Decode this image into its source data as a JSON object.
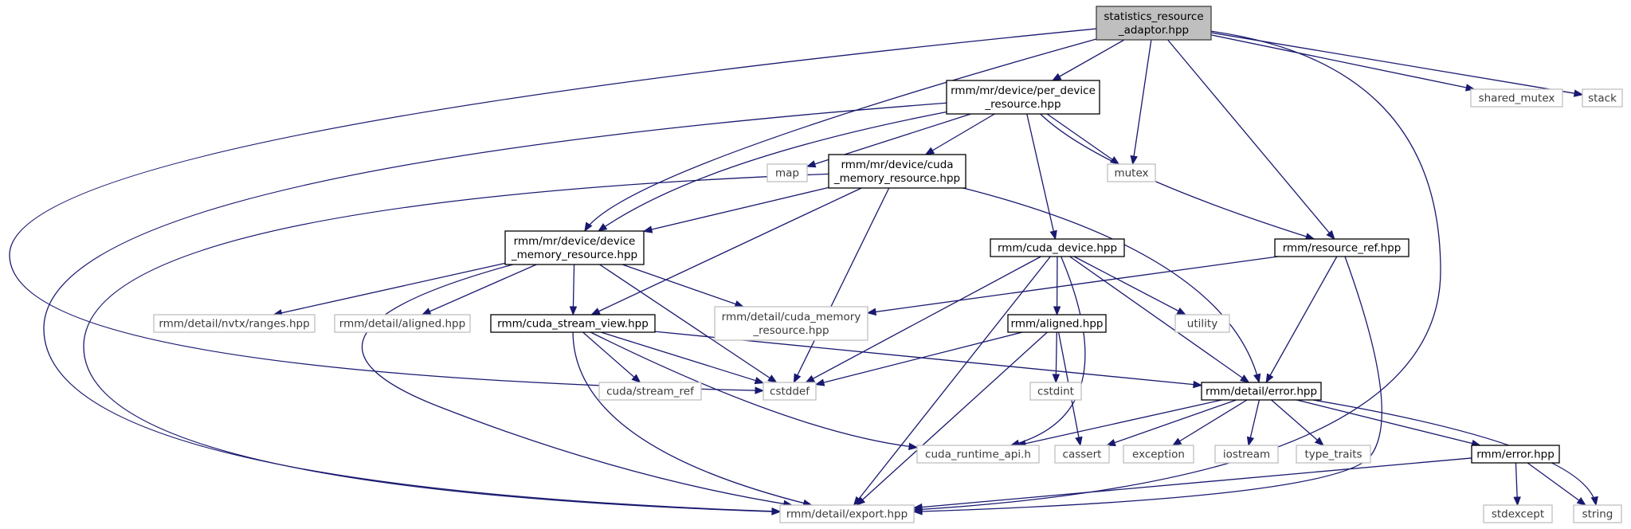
{
  "diagram": {
    "nodes": [
      {
        "id": "root",
        "kind": "root",
        "lines": [
          "statistics_resource",
          "_adaptor.hpp"
        ]
      },
      {
        "id": "per_device",
        "kind": "local",
        "lines": [
          "rmm/mr/device/per_device",
          "_resource.hpp"
        ]
      },
      {
        "id": "device_mr",
        "kind": "local",
        "lines": [
          "rmm/mr/device/device",
          "_memory_resource.hpp"
        ]
      },
      {
        "id": "cuda_mr",
        "kind": "local",
        "lines": [
          "rmm/mr/device/cuda",
          "_memory_resource.hpp"
        ]
      },
      {
        "id": "cuda_device",
        "kind": "local",
        "lines": [
          "rmm/cuda_device.hpp"
        ]
      },
      {
        "id": "resource_ref",
        "kind": "local",
        "lines": [
          "rmm/resource_ref.hpp"
        ]
      },
      {
        "id": "stream_view",
        "kind": "local",
        "lines": [
          "rmm/cuda_stream_view.hpp"
        ]
      },
      {
        "id": "aligned",
        "kind": "local",
        "lines": [
          "rmm/aligned.hpp"
        ]
      },
      {
        "id": "error_d",
        "kind": "local",
        "lines": [
          "rmm/detail/error.hpp"
        ]
      },
      {
        "id": "error",
        "kind": "local",
        "lines": [
          "rmm/error.hpp"
        ]
      },
      {
        "id": "shared_mutex",
        "kind": "ext",
        "lines": [
          "shared_mutex"
        ]
      },
      {
        "id": "stack",
        "kind": "ext",
        "lines": [
          "stack"
        ]
      },
      {
        "id": "map",
        "kind": "ext",
        "lines": [
          "map"
        ]
      },
      {
        "id": "mutex",
        "kind": "ext",
        "lines": [
          "mutex"
        ]
      },
      {
        "id": "nvtx",
        "kind": "ext",
        "lines": [
          "rmm/detail/nvtx/ranges.hpp"
        ]
      },
      {
        "id": "aligned_d",
        "kind": "ext",
        "lines": [
          "rmm/detail/aligned.hpp"
        ]
      },
      {
        "id": "cuda_memory",
        "kind": "ext",
        "lines": [
          "rmm/detail/cuda_memory",
          "_resource.hpp"
        ]
      },
      {
        "id": "utility",
        "kind": "ext",
        "lines": [
          "utility"
        ]
      },
      {
        "id": "stream_ref",
        "kind": "ext",
        "lines": [
          "cuda/stream_ref"
        ]
      },
      {
        "id": "cstddef",
        "kind": "ext",
        "lines": [
          "cstddef"
        ]
      },
      {
        "id": "cstdint",
        "kind": "ext",
        "lines": [
          "cstdint"
        ]
      },
      {
        "id": "cuda_runtime",
        "kind": "ext",
        "lines": [
          "cuda_runtime_api.h"
        ]
      },
      {
        "id": "cassert",
        "kind": "ext",
        "lines": [
          "cassert"
        ]
      },
      {
        "id": "exception",
        "kind": "ext",
        "lines": [
          "exception"
        ]
      },
      {
        "id": "iostream",
        "kind": "ext",
        "lines": [
          "iostream"
        ]
      },
      {
        "id": "type_traits",
        "kind": "ext",
        "lines": [
          "type_traits"
        ]
      },
      {
        "id": "stdexcept",
        "kind": "ext",
        "lines": [
          "stdexcept"
        ]
      },
      {
        "id": "string",
        "kind": "ext",
        "lines": [
          "string"
        ]
      },
      {
        "id": "export",
        "kind": "ext",
        "lines": [
          "rmm/detail/export.hpp"
        ]
      }
    ],
    "edges": [
      [
        "root",
        "per_device"
      ],
      [
        "root",
        "device_mr"
      ],
      [
        "root",
        "mutex"
      ],
      [
        "root",
        "resource_ref"
      ],
      [
        "root",
        "shared_mutex"
      ],
      [
        "root",
        "stack"
      ],
      [
        "root",
        "export"
      ],
      [
        "root",
        "cstddef"
      ],
      [
        "per_device",
        "map"
      ],
      [
        "per_device",
        "mutex"
      ],
      [
        "per_device",
        "cuda_mr"
      ],
      [
        "per_device",
        "device_mr"
      ],
      [
        "per_device",
        "cuda_device"
      ],
      [
        "per_device",
        "resource_ref"
      ],
      [
        "per_device",
        "export"
      ],
      [
        "cuda_mr",
        "device_mr"
      ],
      [
        "cuda_mr",
        "stream_view"
      ],
      [
        "cuda_mr",
        "cstddef"
      ],
      [
        "cuda_mr",
        "error_d"
      ],
      [
        "cuda_mr",
        "export"
      ],
      [
        "device_mr",
        "nvtx"
      ],
      [
        "device_mr",
        "aligned_d"
      ],
      [
        "device_mr",
        "stream_view"
      ],
      [
        "device_mr",
        "cuda_memory"
      ],
      [
        "device_mr",
        "cstddef"
      ],
      [
        "device_mr",
        "export"
      ],
      [
        "cuda_device",
        "utility"
      ],
      [
        "cuda_device",
        "aligned"
      ],
      [
        "cuda_device",
        "error_d"
      ],
      [
        "cuda_device",
        "cuda_runtime"
      ],
      [
        "cuda_device",
        "cstddef"
      ],
      [
        "cuda_device",
        "export"
      ],
      [
        "resource_ref",
        "cuda_memory"
      ],
      [
        "resource_ref",
        "error_d"
      ],
      [
        "resource_ref",
        "export"
      ],
      [
        "stream_view",
        "stream_ref"
      ],
      [
        "stream_view",
        "cstddef"
      ],
      [
        "stream_view",
        "cuda_runtime"
      ],
      [
        "stream_view",
        "error_d"
      ],
      [
        "stream_view",
        "export"
      ],
      [
        "aligned",
        "cstddef"
      ],
      [
        "aligned",
        "cstdint"
      ],
      [
        "aligned",
        "cassert"
      ],
      [
        "aligned",
        "export"
      ],
      [
        "error_d",
        "cuda_runtime"
      ],
      [
        "error_d",
        "cassert"
      ],
      [
        "error_d",
        "exception"
      ],
      [
        "error_d",
        "iostream"
      ],
      [
        "error_d",
        "type_traits"
      ],
      [
        "error_d",
        "error"
      ],
      [
        "error_d",
        "string"
      ],
      [
        "error",
        "stdexcept"
      ],
      [
        "error",
        "string"
      ],
      [
        "error",
        "export"
      ]
    ]
  },
  "colors": {
    "edge": "#191970",
    "root_fill": "#bfbfbf",
    "root_border": "#404040",
    "local_border": "#000000",
    "external_border": "#bfbfbf"
  }
}
